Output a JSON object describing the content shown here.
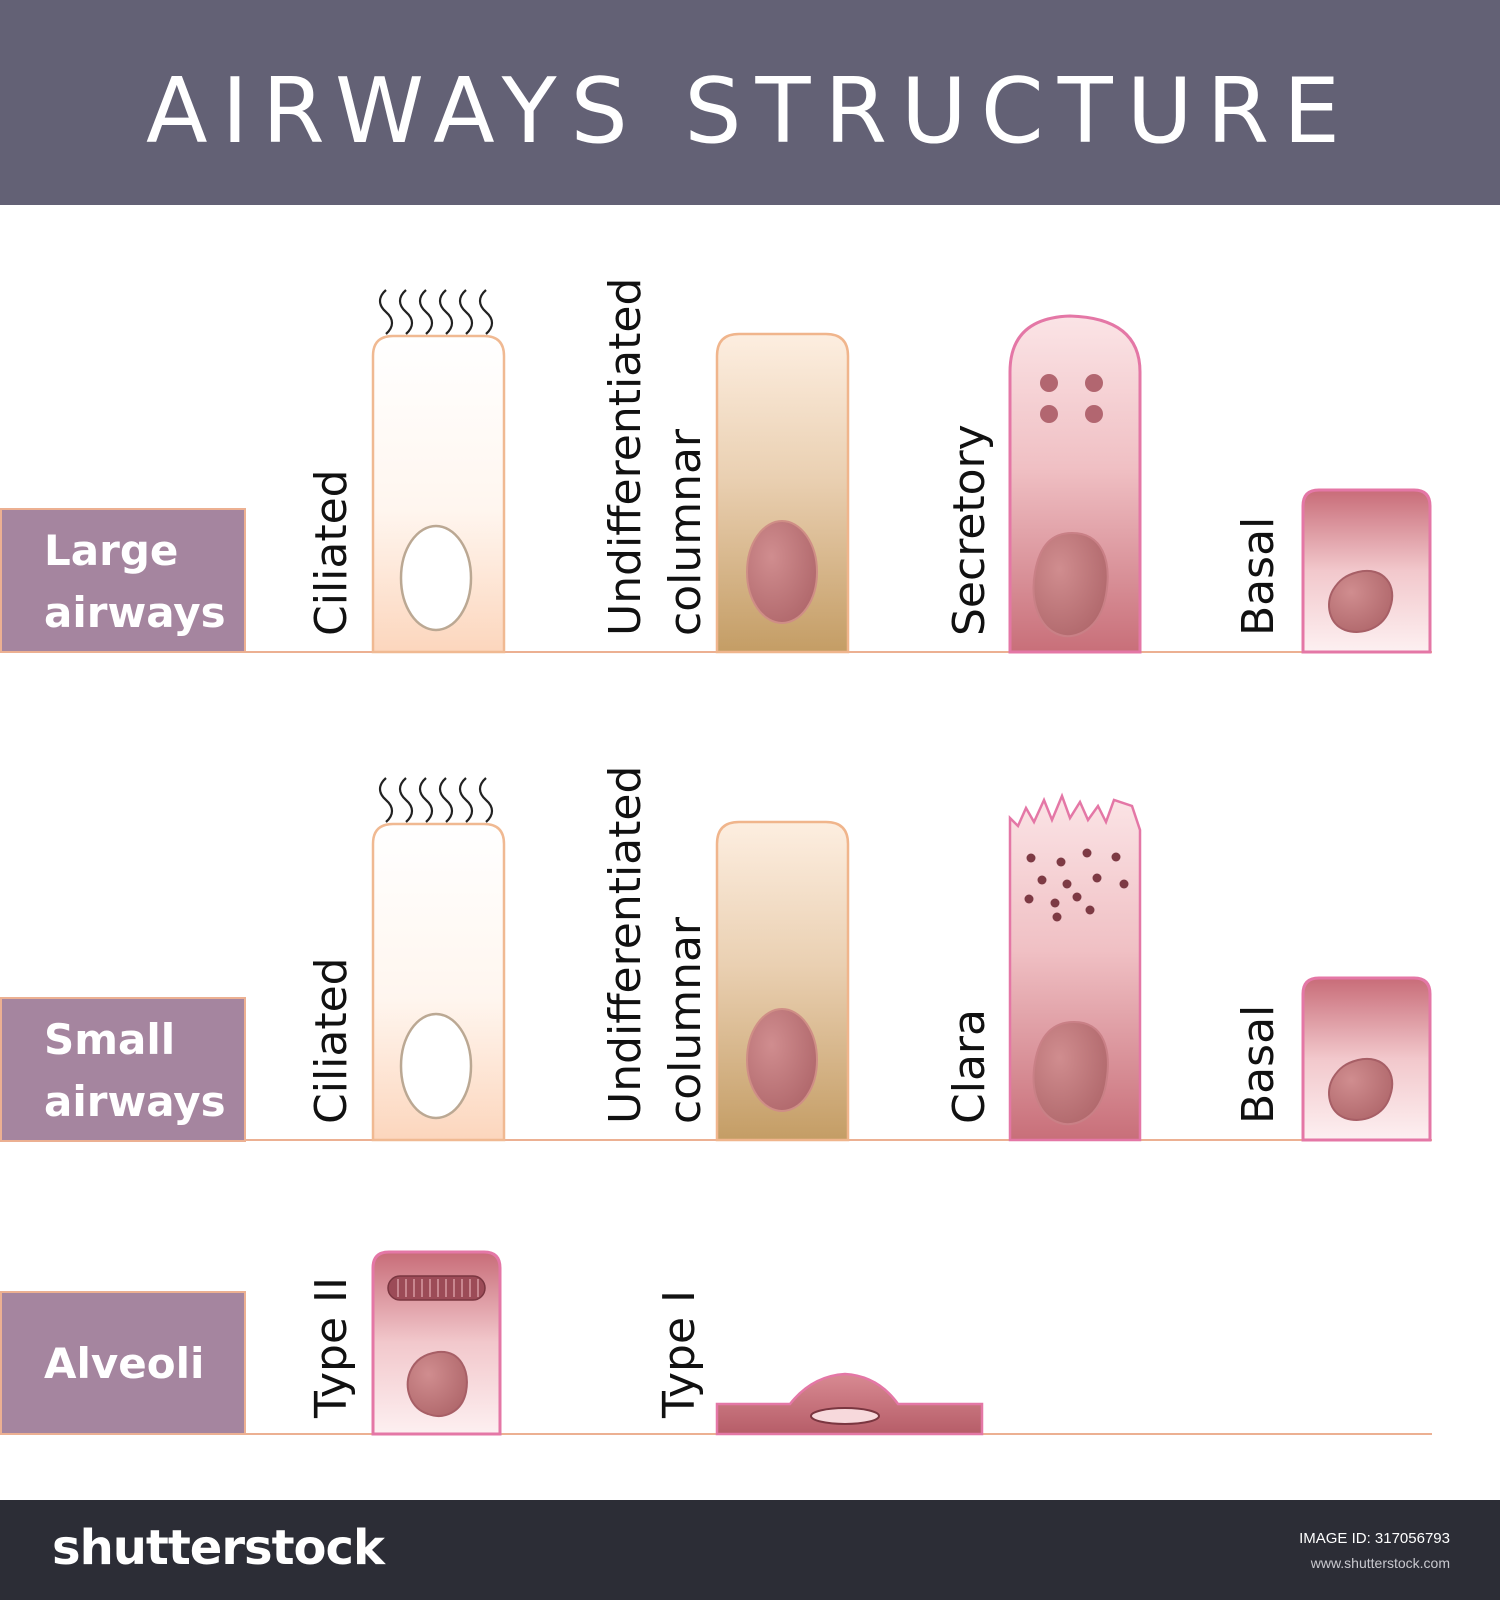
{
  "title": "AIRWAYS STRUCTURE",
  "rows": {
    "large": {
      "label_line1": "Large",
      "label_line2": "airways",
      "cells": {
        "ciliated": "Ciliated",
        "undiff_line1": "Undifferentiated",
        "undiff_line2": "columnar",
        "secretory": "Secretory",
        "basal": "Basal"
      }
    },
    "small": {
      "label_line1": "Small",
      "label_line2": "airways",
      "cells": {
        "ciliated": "Ciliated",
        "undiff_line1": "Undifferentiated",
        "undiff_line2": "columnar",
        "clara": "Clara",
        "basal": "Basal"
      }
    },
    "alveoli": {
      "label": "Alveoli",
      "cells": {
        "type2": "Type II",
        "type1": "Type I"
      }
    }
  },
  "footer": {
    "brand": "shutterstock",
    "image_id": "IMAGE ID: 317056793",
    "url": "www.shutterstock.com"
  },
  "colors": {
    "header": "#636175",
    "label_box": "#a5859f",
    "baseline": "#ecb092",
    "ciliated_fill": "#fde8d8",
    "columnar_fill": "#c8a46c",
    "secretory_fill": "#cf7a84",
    "nucleus": "#b56f72",
    "footer": "#2c2d36"
  }
}
